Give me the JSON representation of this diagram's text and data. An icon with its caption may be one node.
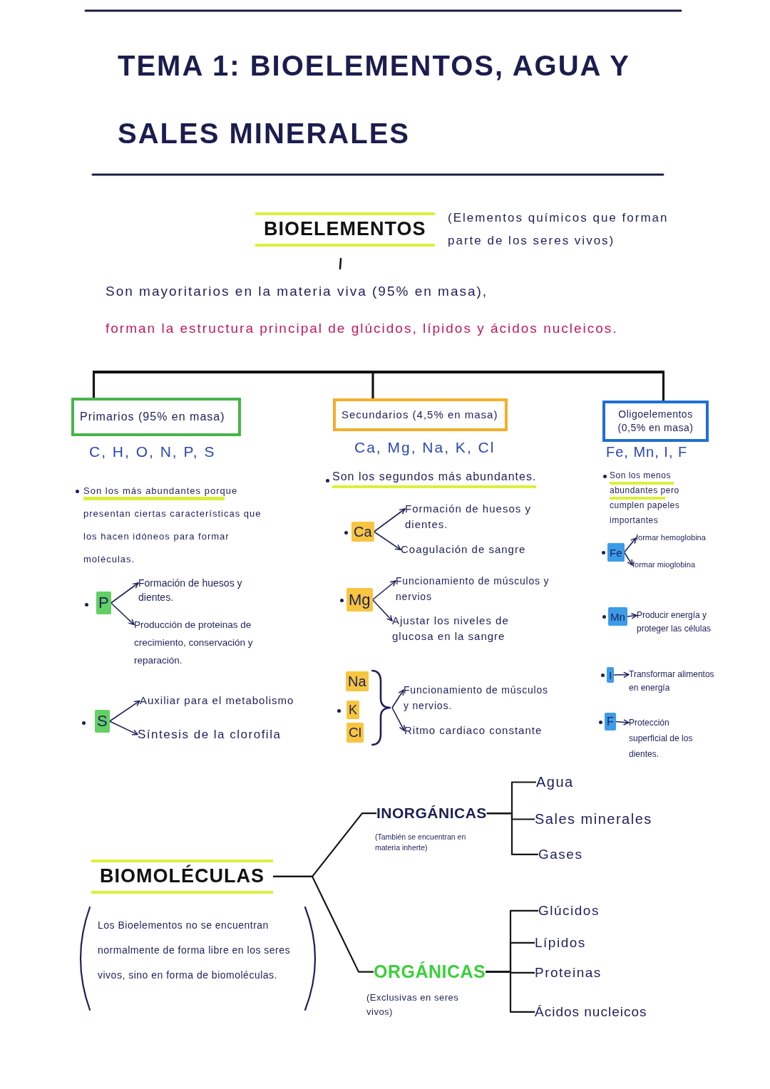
{
  "diagram": {
    "title": "TEMA 1: BIOELEMENTOS, AGUA Y SALES MINERALES",
    "nodes": [
      {
        "text": [],
        "shape": "bar"
      },
      {
        "text": [
          "Primarios (95% en masa)"
        ],
        "beside": [
          "C, H, O, N, P, S"
        ]
      },
      {
        "text": [
          "Secundarios (4,5% en masa)"
        ],
        "beside": [
          "Ca, Mg, Na, K, Cl"
        ]
      },
      {
        "text": [
          "Oligoelementos (0,5% en masa)"
        ],
        "beside": [
          "Fe, Mn, I, F"
        ]
      },
      {
        "text": [
          "P"
        ]
      },
      {
        "text": [
          "Formación de huesos y dientes."
        ]
      },
      {
        "text": [
          "Producción de proteinas de crecimiento, conservación y reparación."
        ]
      },
      {
        "text": [
          "S"
        ]
      },
      {
        "text": [
          "Auxiliar para el metabolismo"
        ]
      },
      {
        "text": [
          "Síntesis de la clorofila"
        ]
      },
      {
        "text": [
          "Ca"
        ]
      },
      {
        "text": [
          "Formación de huesos y dientes."
        ]
      },
      {
        "text": [
          "Coagulación de sangre"
        ]
      },
      {
        "text": [
          "Mg"
        ]
      },
      {
        "text": [
          "Funcionamiento de músculos y nervios"
        ]
      },
      {
        "text": [
          "Ajustar los niveles de glucosa en la sangre"
        ]
      },
      {
        "text": [],
        "shape": "brace"
      },
      {
        "text": [
          "Na"
        ],
        "in": 16
      },
      {
        "text": [
          "K"
        ],
        "in": 16
      },
      {
        "text": [
          "Cl"
        ],
        "in": 16
      },
      {
        "text": [
          "Funcionamiento de músculos y nervios."
        ]
      },
      {
        "text": [
          "Ritmo cardiaco constante"
        ]
      },
      {
        "text": [
          "Fe"
        ]
      },
      {
        "text": [
          "formar hemoglobina"
        ]
      },
      {
        "text": [
          "formar mioglobina"
        ]
      },
      {
        "text": [
          "Mn"
        ]
      },
      {
        "text": [
          "Producir energía y proteger las células"
        ]
      },
      {
        "text": [
          "I"
        ]
      },
      {
        "text": [
          "Transformar alimentos en energía"
        ]
      },
      {
        "text": [
          "F"
        ]
      },
      {
        "text": [
          "Protección superficial de los dientes."
        ]
      },
      {
        "text": [
          "BIOMOLÉCULAS"
        ],
        "beside": [
          "Los Bioelementos no se encuentran normalmente de forma libre en los seres vivos, sino en forma de biomoléculas."
        ]
      },
      {
        "text": [
          "INORGÁNICAS"
        ],
        "beside": [
          "(También se encuentran en materia inherte)"
        ]
      },
      {
        "text": [
          "ORGÁNICAS"
        ],
        "beside": [
          "(Exclusivas en seres vivos)"
        ]
      },
      {
        "text": [
          "Agua"
        ]
      },
      {
        "text": [
          "Sales minerales"
        ]
      },
      {
        "text": [
          "Gases"
        ]
      },
      {
        "text": [
          "Glúcidos"
        ]
      },
      {
        "text": [
          "Lípidos"
        ]
      },
      {
        "text": [
          "Proteinas"
        ]
      },
      {
        "text": [
          "Ácidos nucleicos"
        ]
      }
    ],
    "edges": [
      {
        "from": 0,
        "to": 1,
        "arrow": "none"
      },
      {
        "from": 0,
        "to": 2,
        "arrow": "none"
      },
      {
        "from": 0,
        "to": 3,
        "arrow": "none"
      },
      {
        "from": 4,
        "to": 5,
        "arrow": "to"
      },
      {
        "from": 4,
        "to": 6,
        "arrow": "to"
      },
      {
        "from": 7,
        "to": 8,
        "arrow": "to"
      },
      {
        "from": 7,
        "to": 9,
        "arrow": "to"
      },
      {
        "from": 10,
        "to": 11,
        "arrow": "to"
      },
      {
        "from": 10,
        "to": 12,
        "arrow": "to"
      },
      {
        "from": 13,
        "to": 14,
        "arrow": "to"
      },
      {
        "from": 13,
        "to": 15,
        "arrow": "to"
      },
      {
        "from": 16,
        "to": 20,
        "arrow": "to"
      },
      {
        "from": 16,
        "to": 21,
        "arrow": "to"
      },
      {
        "from": 22,
        "to": 23,
        "arrow": "to"
      },
      {
        "from": 22,
        "to": 24,
        "arrow": "to"
      },
      {
        "from": 25,
        "to": 26,
        "arrow": "to"
      },
      {
        "from": 27,
        "to": 28,
        "arrow": "to"
      },
      {
        "from": 29,
        "to": 30,
        "arrow": "to"
      },
      {
        "from": 31,
        "to": 32,
        "arrow": "none"
      },
      {
        "from": 31,
        "to": 33,
        "arrow": "none"
      },
      {
        "from": 32,
        "to": 34,
        "arrow": "none"
      },
      {
        "from": 32,
        "to": 35,
        "arrow": "none"
      },
      {
        "from": 32,
        "to": 36,
        "arrow": "none"
      },
      {
        "from": 33,
        "to": 37,
        "arrow": "none"
      },
      {
        "from": 33,
        "to": 38,
        "arrow": "none"
      },
      {
        "from": 33,
        "to": 39,
        "arrow": "none"
      },
      {
        "from": 33,
        "to": 40,
        "arrow": "none"
      }
    ],
    "labels": [
      "BIOELEMENTOS",
      "(Elementos químicos que forman parte de los seres vivos)",
      "Son mayoritarios en la materia viva (95% en masa),",
      "forman la estructura principal de glúcidos, lípidos y ácidos nucleicos.",
      "Son los más abundantes porque presentan ciertas características que los hacen idóneos para formar moléculas.",
      "Son los segundos más abundantes.",
      "Son los menos abundantes pero cumplen papeles importantes"
    ]
  }
}
